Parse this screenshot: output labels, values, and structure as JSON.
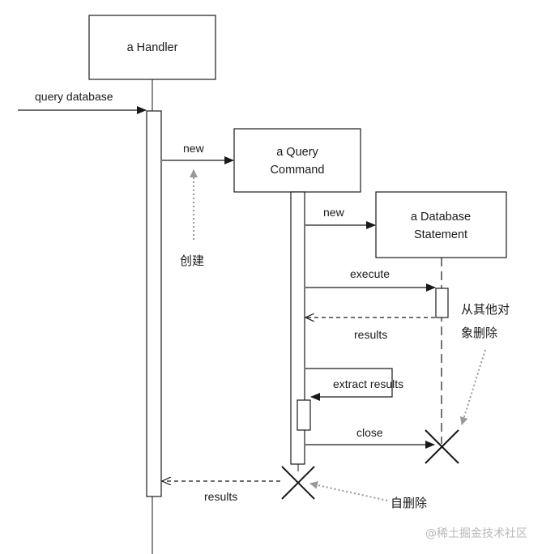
{
  "objects": {
    "handler": {
      "label": "a Handler"
    },
    "query_command": {
      "line1": "a Query",
      "line2": "Command"
    },
    "database_statement": {
      "line1": "a Database",
      "line2": "Statement"
    }
  },
  "messages": {
    "query_database": "query database",
    "new_query": "new",
    "new_statement": "new",
    "execute": "execute",
    "results_statement": "results",
    "extract_results": "extract results",
    "close": "close",
    "results_handler": "results"
  },
  "notes": {
    "create": "创建",
    "deleted_by_other_line1": "从其他对",
    "deleted_by_other_line2": "象删除",
    "self_delete": "自删除"
  },
  "watermark": "@稀土掘金技术社区",
  "colors": {
    "line": "#1a1a1a",
    "note_arrow": "#999999",
    "watermark": "#b8b8b8",
    "background": "#ffffff"
  }
}
